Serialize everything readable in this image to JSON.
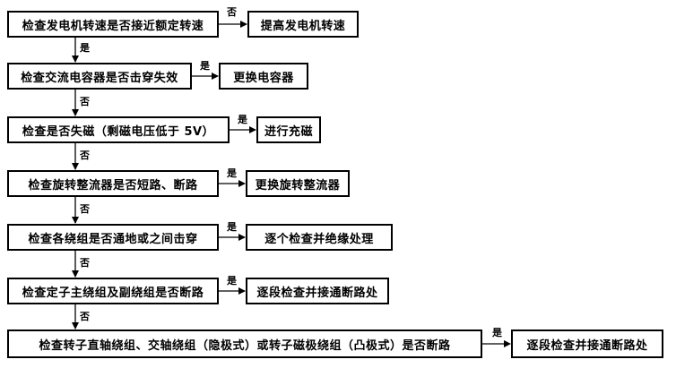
{
  "labels": {
    "yes": "是",
    "no": "否"
  },
  "colors": {
    "line": "#000000",
    "background": "#ffffff"
  },
  "steps": [
    {
      "check": "检查发电机转速是否接近额定转速",
      "fix": "提高发电机转速",
      "branch": "否",
      "next": "是"
    },
    {
      "check": "检查交流电容器是否击穿失效",
      "fix": "更换电容器",
      "branch": "是",
      "next": "否"
    },
    {
      "check": "检查是否失磁（剩磁电压低于 5V）",
      "fix": "进行充磁",
      "branch": "是",
      "next": "否"
    },
    {
      "check": "检查旋转整流器是否短路、断路",
      "fix": "更换旋转整流器",
      "branch": "是",
      "next": "否"
    },
    {
      "check": "检查各绕组是否通地或之间击穿",
      "fix": "逐个检查并绝缘处理",
      "branch": "是",
      "next": "否"
    },
    {
      "check": "检查定子主绕组及副绕组是否断路",
      "fix": "逐段检查并接通断路处",
      "branch": "是",
      "next": "否"
    },
    {
      "check": "检查转子直轴绕组、交轴绕组（隐极式）或转子磁极绕组（凸极式）是否断路",
      "fix": "逐段检查并接通断路处",
      "branch": "是",
      "next": null
    }
  ]
}
